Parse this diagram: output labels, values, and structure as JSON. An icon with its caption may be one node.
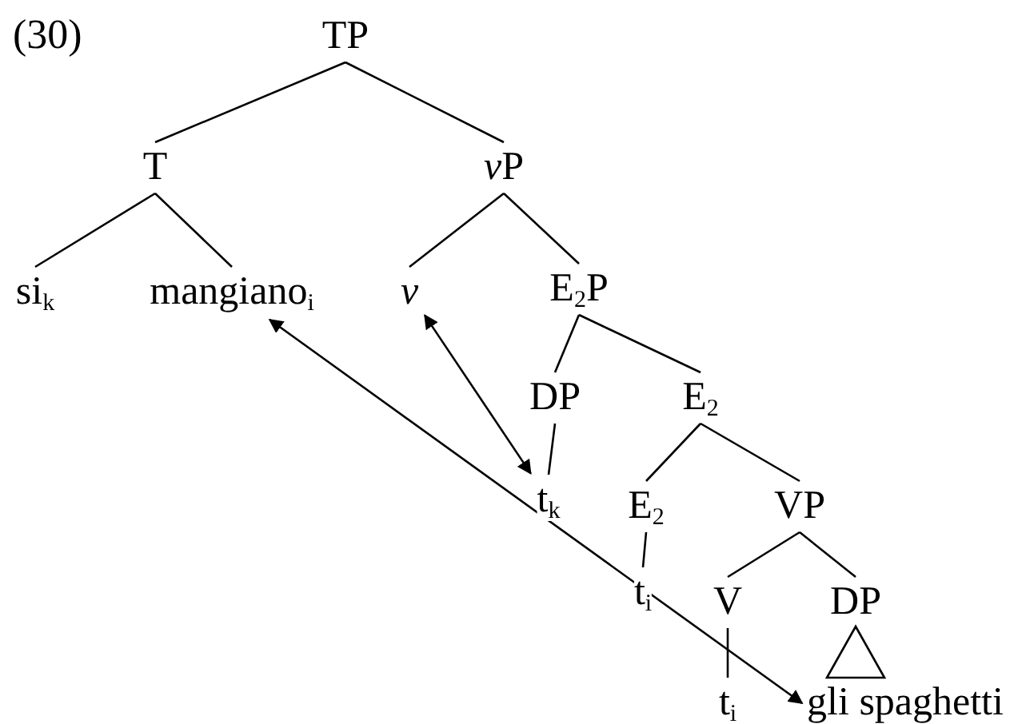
{
  "diagram": {
    "nodes": [
      {
        "text": [
          "TP"
        ]
      },
      {
        "text": [
          "T"
        ]
      },
      {
        "text": [
          "vP"
        ]
      },
      {
        "text": [
          "si$_{k}$"
        ]
      },
      {
        "text": [
          "mangiano$_{i}$"
        ]
      },
      {
        "text": [
          "v"
        ]
      },
      {
        "text": [
          "E$_{2}$P"
        ]
      },
      {
        "text": [
          "DP"
        ]
      },
      {
        "text": [
          "E$_{2}$"
        ]
      },
      {
        "text": [
          "t$_{k}$"
        ]
      },
      {
        "text": [
          "E$_{2}$"
        ]
      },
      {
        "text": [
          "VP"
        ]
      },
      {
        "text": [
          "t$_{i}$"
        ]
      },
      {
        "text": [
          "V"
        ]
      },
      {
        "text": [
          "DP"
        ]
      },
      {
        "text": [
          "t$_{i}$"
        ]
      },
      {
        "text": [
          "gli spaghetti"
        ]
      }
    ],
    "edges": [
      {
        "from": 0,
        "to": 1,
        "arrow": "none"
      },
      {
        "from": 0,
        "to": 2,
        "arrow": "none"
      },
      {
        "from": 1,
        "to": 3,
        "arrow": "none"
      },
      {
        "from": 1,
        "to": 4,
        "arrow": "none"
      },
      {
        "from": 2,
        "to": 5,
        "arrow": "none"
      },
      {
        "from": 2,
        "to": 6,
        "arrow": "none"
      },
      {
        "from": 6,
        "to": 7,
        "arrow": "none"
      },
      {
        "from": 6,
        "to": 8,
        "arrow": "none"
      },
      {
        "from": 7,
        "to": 9,
        "arrow": "none"
      },
      {
        "from": 8,
        "to": 10,
        "arrow": "none"
      },
      {
        "from": 8,
        "to": 11,
        "arrow": "none"
      },
      {
        "from": 10,
        "to": 12,
        "arrow": "none"
      },
      {
        "from": 11,
        "to": 13,
        "arrow": "none"
      },
      {
        "from": 11,
        "to": 14,
        "arrow": "none"
      },
      {
        "from": 13,
        "to": 15,
        "arrow": "none"
      },
      {
        "from": 14,
        "to": 16,
        "arrow": "none"
      },
      {
        "from": 5,
        "to": 9,
        "arrow": "both"
      },
      {
        "from": 4,
        "to": 16,
        "arrow": "both"
      }
    ],
    "labels": [
      "(30)"
    ]
  }
}
